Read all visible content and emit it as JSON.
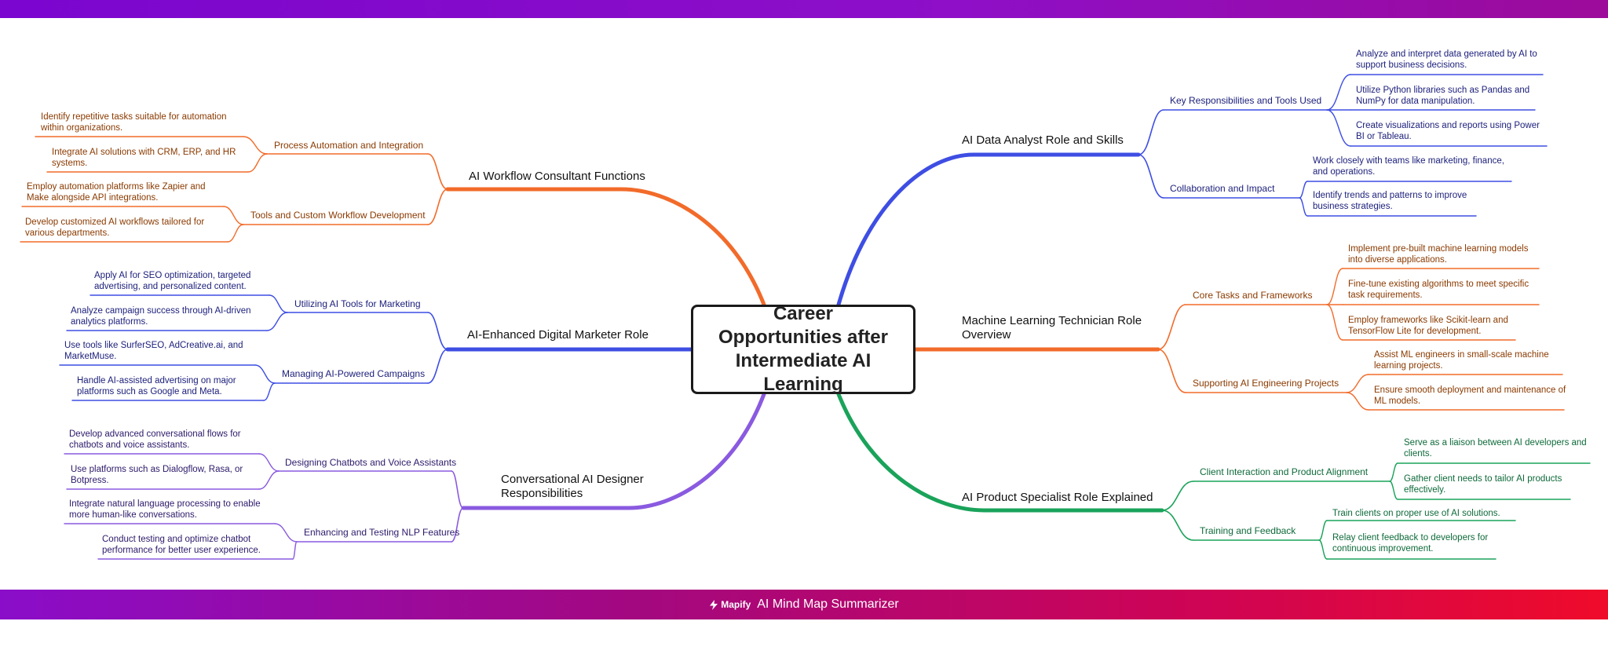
{
  "center": {
    "title": "Career Opportunities after Intermediate AI Learning"
  },
  "footer": {
    "brand": "Mapify",
    "title": "AI Mind Map Summarizer"
  },
  "colors": {
    "orange": "#f26b2a",
    "blue": "#3e4ee3",
    "purple": "#8a5ae0",
    "green": "#1aa35a"
  },
  "branches": {
    "workflow": {
      "title": "AI Workflow Consultant Functions",
      "color": "orange",
      "subs": [
        {
          "label": "Process Automation and Integration",
          "leaves": [
            "Identify repetitive tasks suitable for automation within organizations.",
            "Integrate AI solutions with CRM, ERP, and HR systems."
          ]
        },
        {
          "label": "Tools and Custom Workflow Development",
          "leaves": [
            "Employ automation platforms like Zapier and Make alongside API integrations.",
            "Develop customized AI workflows tailored for various departments."
          ]
        }
      ]
    },
    "marketer": {
      "title": "AI-Enhanced Digital Marketer Role",
      "color": "blue",
      "subs": [
        {
          "label": "Utilizing AI Tools for Marketing",
          "leaves": [
            "Apply AI for SEO optimization, targeted advertising, and personalized content.",
            "Analyze campaign success through AI-driven analytics platforms."
          ]
        },
        {
          "label": "Managing AI-Powered Campaigns",
          "leaves": [
            "Use tools like SurferSEO, AdCreative.ai, and MarketMuse.",
            "Handle AI-assisted advertising on major platforms such as Google and Meta."
          ]
        }
      ]
    },
    "conversational": {
      "title": "Conversational AI Designer Responsibilities",
      "color": "purple",
      "subs": [
        {
          "label": "Designing Chatbots and Voice Assistants",
          "leaves": [
            "Develop advanced conversational flows for chatbots and voice assistants.",
            "Use platforms such as Dialogflow, Rasa, or Botpress."
          ]
        },
        {
          "label": "Enhancing and Testing NLP Features",
          "leaves": [
            "Integrate natural language processing to enable more human-like conversations.",
            "Conduct testing and optimize chatbot performance for better user experience."
          ]
        }
      ]
    },
    "analyst": {
      "title": "AI Data Analyst Role and Skills",
      "color": "blue",
      "subs": [
        {
          "label": "Key Responsibilities and Tools Used",
          "leaves": [
            "Analyze and interpret data generated by AI to support business decisions.",
            "Utilize Python libraries such as Pandas and NumPy for data manipulation.",
            "Create visualizations and reports using Power BI or Tableau."
          ]
        },
        {
          "label": "Collaboration and Impact",
          "leaves": [
            "Work closely with teams like marketing, finance, and operations.",
            "Identify trends and patterns to improve business strategies."
          ]
        }
      ]
    },
    "mltech": {
      "title": "Machine Learning Technician Role Overview",
      "color": "orange",
      "subs": [
        {
          "label": "Core Tasks and Frameworks",
          "leaves": [
            "Implement pre-built machine learning models into diverse applications.",
            "Fine-tune existing algorithms to meet specific task requirements.",
            "Employ frameworks like Scikit-learn and TensorFlow Lite for development."
          ]
        },
        {
          "label": "Supporting AI Engineering Projects",
          "leaves": [
            "Assist ML engineers in small-scale machine learning projects.",
            "Ensure smooth deployment and maintenance of ML models."
          ]
        }
      ]
    },
    "product": {
      "title": "AI Product Specialist Role Explained",
      "color": "green",
      "subs": [
        {
          "label": "Client Interaction and Product Alignment",
          "leaves": [
            "Serve as a liaison between AI developers and clients.",
            "Gather client needs to tailor AI products effectively."
          ]
        },
        {
          "label": "Training and Feedback",
          "leaves": [
            "Train clients on proper use of AI solutions.",
            "Relay client feedback to developers for continuous improvement."
          ]
        }
      ]
    }
  }
}
